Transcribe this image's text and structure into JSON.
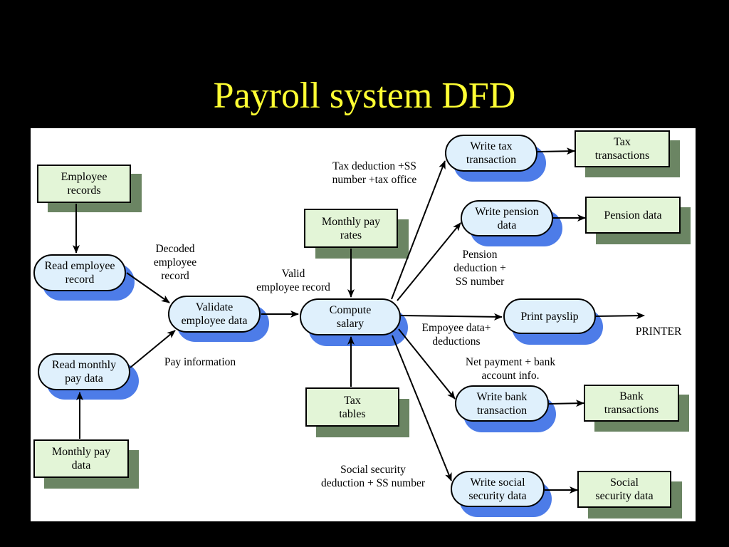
{
  "title": "Payroll system DFD",
  "colors": {
    "background": "#000000",
    "title": "#ffff33",
    "store_fill": "#e3f5d7",
    "store_shadow": "#6b8563",
    "process_fill": "#dff0fc",
    "process_shadow": "#4d7ce8"
  },
  "stores": {
    "employee_records": "Employee\nrecords",
    "monthly_pay_data": "Monthly  pay\ndata",
    "monthly_pay_rates": "Monthly pay\nrates",
    "tax_tables": "Tax\ntables",
    "tax_transactions": "Tax\ntransactions",
    "pension_data": "Pension data",
    "bank_transactions": "Bank\ntransactions",
    "social_security_data": "Social\nsecurity data"
  },
  "processes": {
    "read_employee_record": "Read employee\nrecord",
    "read_monthly_pay_data": "Read monthly\npay data",
    "validate_employee_data": "Validate\nemployee data",
    "compute_salary": "Compute\nsalary",
    "write_tax_transaction": "Write tax\ntransaction",
    "write_pension_data": "Write pension\ndata",
    "print_payslip": "Print payslip",
    "write_bank_transaction": "Write bank\ntransaction",
    "write_social_security_data": "Write social\nsecurity data"
  },
  "flow_labels": {
    "decoded_employee_record": "Decoded\nemployee\nrecord",
    "pay_information": "Pay information",
    "valid_employee_record": "Valid\nemployee record",
    "tax_deduction": "Tax deduction +SS\nnumber +tax office",
    "pension_deduction": "Pension\ndeduction +\nSS number",
    "employee_data_deductions": "Empoyee data+\ndeductions",
    "net_payment": "Net payment + bank\naccount info.",
    "social_security_deduction": "Social security\ndeduction + SS number",
    "printer": "PRINTER"
  }
}
